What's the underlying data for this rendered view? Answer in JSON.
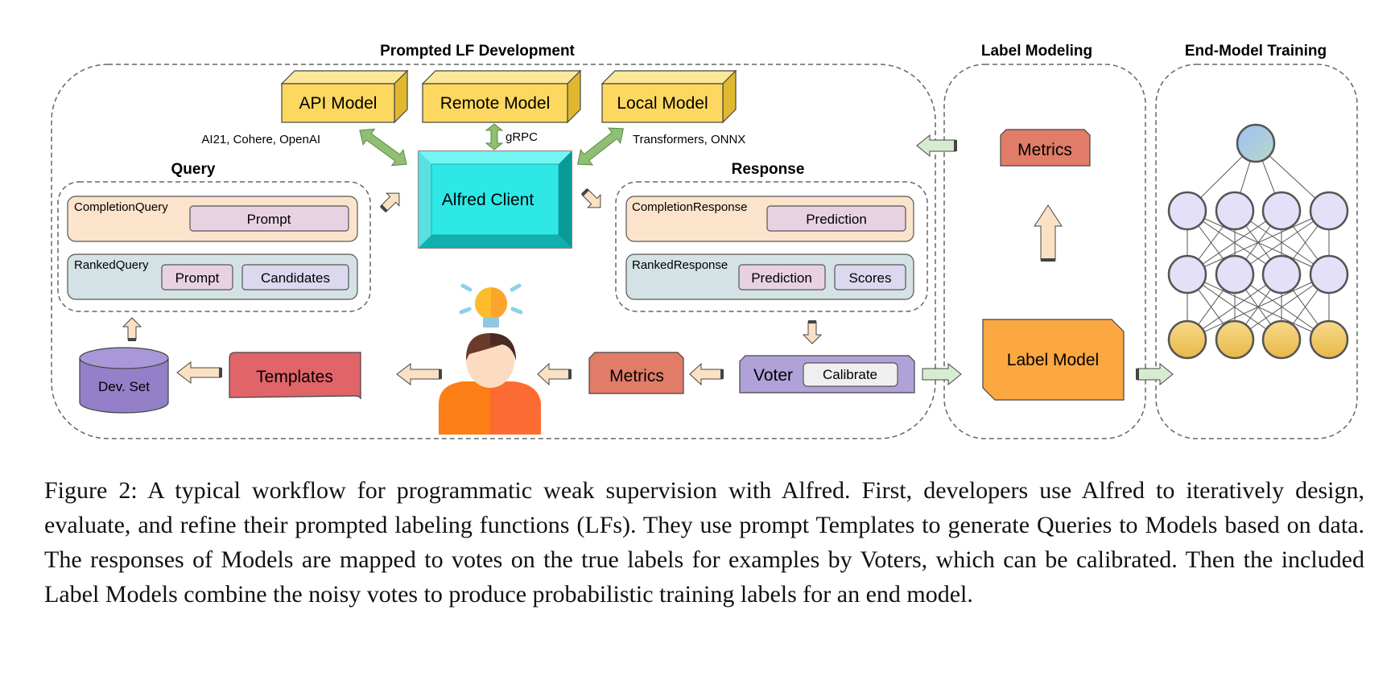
{
  "sections": {
    "prompted_lf": "Prompted LF Development",
    "label_modeling": "Label Modeling",
    "end_model": "End-Model Training"
  },
  "models": {
    "api": "API Model",
    "remote": "Remote Model",
    "local": "Local Model"
  },
  "connections": {
    "api_providers": "AI21, Cohere, OpenAI",
    "remote_protocol": "gRPC",
    "local_backends": "Transformers, ONNX"
  },
  "client": "Alfred Client",
  "query": {
    "title": "Query",
    "completion": {
      "label": "CompletionQuery",
      "field": "Prompt"
    },
    "ranked": {
      "label": "RankedQuery",
      "fields": [
        "Prompt",
        "Candidates"
      ]
    }
  },
  "response": {
    "title": "Response",
    "completion": {
      "label": "CompletionResponse",
      "field": "Prediction"
    },
    "ranked": {
      "label": "RankedResponse",
      "fields": [
        "Prediction",
        "Scores"
      ]
    }
  },
  "bottom_row": {
    "dev_set": "Dev. Set",
    "templates": "Templates",
    "metrics": "Metrics",
    "voter": "Voter",
    "calibrate": "Calibrate"
  },
  "label_modeling": {
    "metrics": "Metrics",
    "label_model": "Label Model"
  },
  "caption": "Figure 2: A typical workflow for programmatic weak supervision with Alfred. First, developers use Alfred to iteratively design, evaluate, and refine their prompted labeling functions (LFs). They use prompt Templates to generate Queries to Models based on data. The responses of Models are mapped to votes on the true labels for examples by Voters, which can be calibrated. Then the included Label Models combine the noisy votes to produce probabilistic training labels for an end model.",
  "colors": {
    "model_box": "#fcd860",
    "client": "#2ee8e6",
    "query_completion": "#fce4cc",
    "query_ranked": "#d4e2e6",
    "prompt_field": "#e8d2e2",
    "candidates_field": "#dcd8ef",
    "templates": "#e06468",
    "metrics": "#e07c68",
    "voter": "#b0a2d8",
    "dev_set": "#9380c8",
    "label_model": "#fba742",
    "arrow_green": "#8fbf72",
    "arrow_peach": "#fbe1c4",
    "node_top": "#a8c8f0",
    "node_hidden": "#e4e0f8",
    "node_bottom": "#f2c860"
  }
}
